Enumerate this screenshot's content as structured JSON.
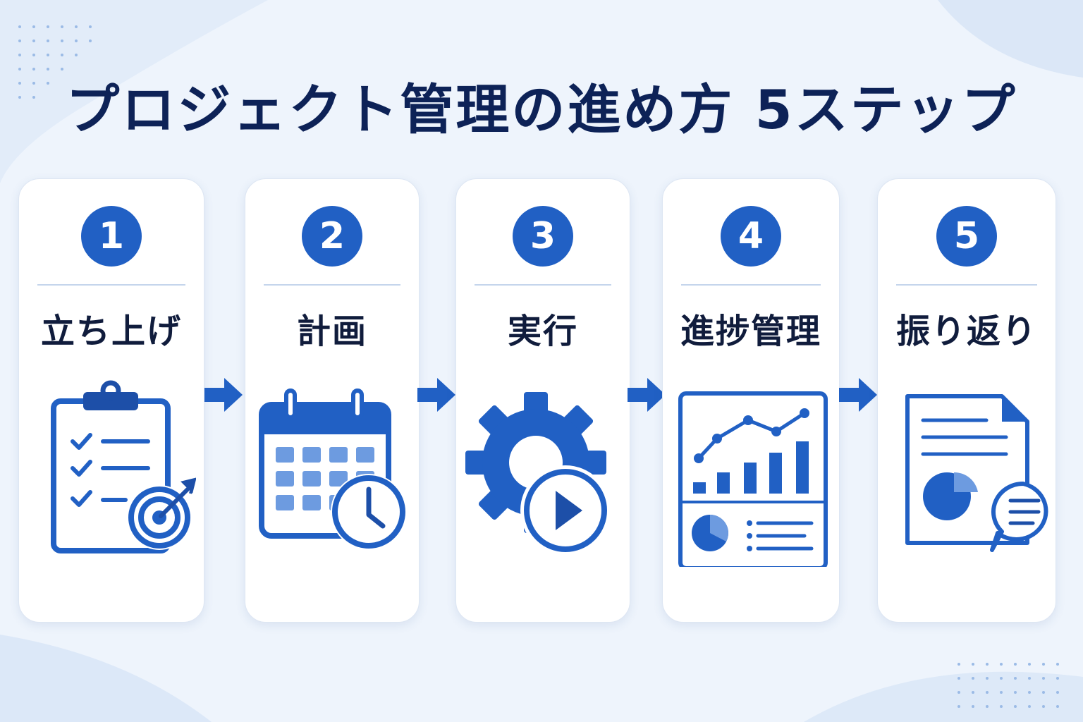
{
  "title": "プロジェクト管理の進め方 5ステップ",
  "colors": {
    "accent": "#2160c4",
    "accent_light": "#6d9be0",
    "title": "#0d2257",
    "background": "#eef4fc"
  },
  "steps": [
    {
      "number": "1",
      "label": "立ち上げ",
      "icon": "clipboard-target-icon"
    },
    {
      "number": "2",
      "label": "計画",
      "icon": "calendar-clock-icon"
    },
    {
      "number": "3",
      "label": "実行",
      "icon": "gear-play-icon"
    },
    {
      "number": "4",
      "label": "進捗管理",
      "icon": "dashboard-chart-icon"
    },
    {
      "number": "5",
      "label": "振り返り",
      "icon": "report-chat-icon"
    }
  ]
}
